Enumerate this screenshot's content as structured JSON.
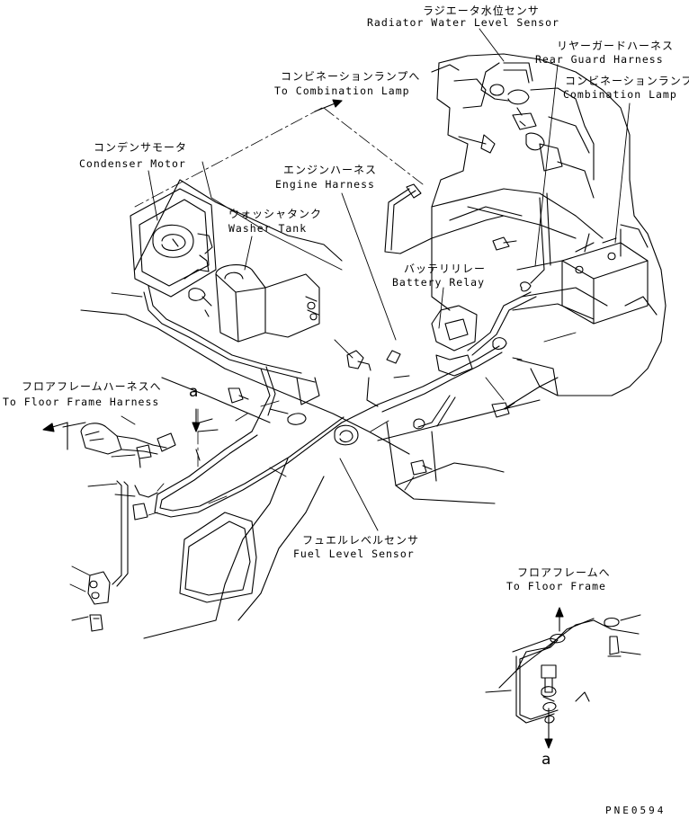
{
  "labels": {
    "radiator_jp": "ラジエータ水位センサ",
    "radiator_en": "Radiator Water Level Sensor",
    "rear_guard_jp": "リヤーガードハーネス",
    "rear_guard_en": "Rear Guard Harness",
    "combo_lamp_jp": "コンビネーションランプ",
    "combo_lamp_en": "Combination Lamp",
    "to_combo_jp": "コンビネーションランプへ",
    "to_combo_en": "To Combination Lamp",
    "condenser_jp": "コンデンサモータ",
    "condenser_en": "Condenser Motor",
    "engine_harness_jp": "エンジンハーネス",
    "engine_harness_en": "Engine Harness",
    "washer_jp": "ウォッシャタンク",
    "washer_en": "Washer Tank",
    "battery_relay_jp": "バッテリリレー",
    "battery_relay_en": "Battery Relay",
    "to_floor_harness_jp": "フロアフレームハーネスへ",
    "to_floor_harness_en": "To Floor Frame Harness",
    "ref_a_top": "a",
    "fuel_jp": "フュエルレベルセンサ",
    "fuel_en": "Fuel Level Sensor",
    "to_floor_frame_jp": "フロアフレームへ",
    "to_floor_frame_en": "To Floor Frame",
    "ref_a_bottom": "a",
    "drawing_code": "PNE0594"
  }
}
